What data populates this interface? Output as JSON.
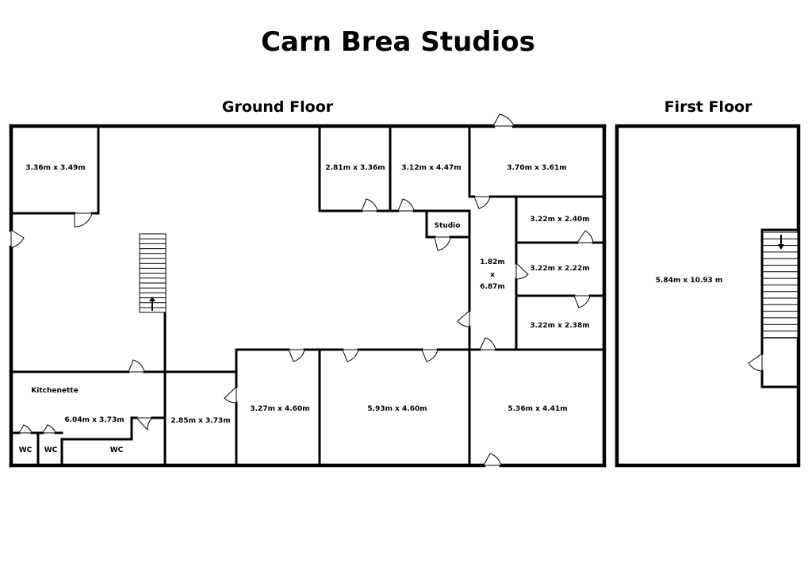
{
  "title": "Carn Brea Studios",
  "floors": {
    "ground": {
      "name": "Ground Floor",
      "rooms": [
        "3.36m x 3.49m",
        "2.81m x 3.36m",
        "3.12m x 4.47m",
        "3.70m x 3.61m",
        "Studio",
        "3.22m x 2.40m",
        "3.22m x 2.22m",
        "3.22m x 2.38m",
        "Kitchenette",
        "6.04m x 3.73m",
        "2.85m x 3.73m",
        "3.27m x 4.60m",
        "5.93m x 4.60m",
        "5.36m x 4.41m",
        "WC",
        "WC",
        "WC"
      ],
      "corridor": [
        "1.82m",
        "x",
        "6.87m"
      ]
    },
    "first": {
      "name": "First Floor",
      "rooms": [
        "5.84m x 10.93 m"
      ]
    }
  }
}
